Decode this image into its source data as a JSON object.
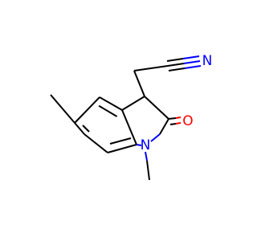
{
  "molecule": {
    "atoms": [
      {
        "id": "N_nitrile",
        "label": "N",
        "color": "#0000ff"
      },
      {
        "id": "O_carbonyl",
        "label": "O",
        "color": "#ff0000"
      },
      {
        "id": "N_ring",
        "label": "N",
        "color": "#0000ff"
      }
    ]
  }
}
